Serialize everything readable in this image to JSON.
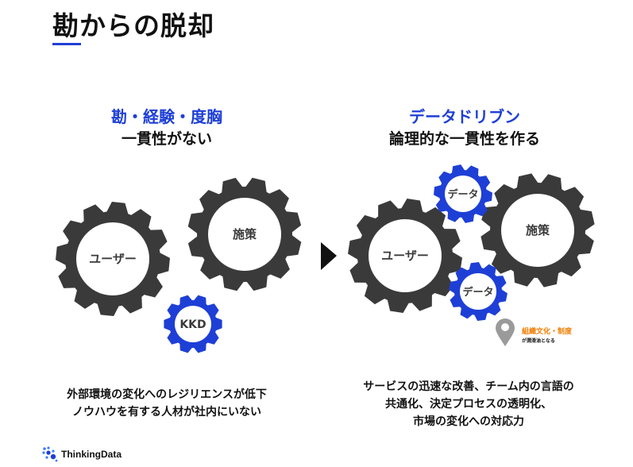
{
  "title": "勘からの脱却",
  "left": {
    "heading": "勘・経験・度胸",
    "subheading": "一貫性がない",
    "gears": {
      "user": "ユーザー",
      "measure": "施策",
      "kkd": "KKD"
    },
    "desc_line1": "外部環境の変化へのレジリエンスが低下",
    "desc_line2": "ノウハウを有する人材が社内にいない"
  },
  "right": {
    "heading": "データドリブン",
    "subheading": "論理的な一貫性を作る",
    "gears": {
      "user": "ユーザー",
      "measure": "施策",
      "data_top": "データ",
      "data_bottom": "データ"
    },
    "pin_label": "組織文化・制度",
    "pin_sub": "が潤滑油となる",
    "desc_line1": "サービスの迅速な改善、チーム内の言語の",
    "desc_line2": "共通化、決定プロセスの透明化、",
    "desc_line3": "市場の変化への対応力"
  },
  "logo": {
    "text": "ThinkingData",
    "icon": "thinkingdata-logo-icon"
  },
  "colors": {
    "accent": "#1e3fd6",
    "gear_dark": "#3a3a3a",
    "gear_blue": "#1e3fd6",
    "orange": "#f07d00"
  }
}
